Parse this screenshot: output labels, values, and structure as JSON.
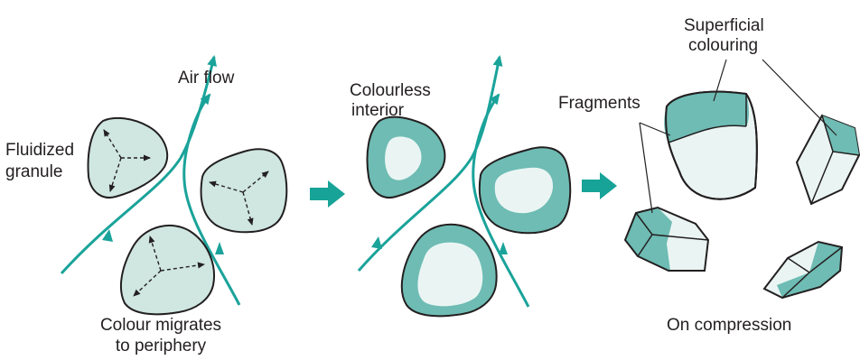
{
  "labels": {
    "air_flow": "Air flow",
    "fluidized_granule": [
      "Fluidized",
      "granule"
    ],
    "colour_migrates": [
      "Colour migrates",
      "to periphery"
    ],
    "colourless_interior": [
      "Colourless",
      "interior"
    ],
    "fragments": "Fragments",
    "superficial_colouring": [
      "Superficial",
      "colouring"
    ],
    "on_compression": "On compression"
  },
  "colors": {
    "granule_fill": "#cfe6e1",
    "coloured_rim": "#6ebcb4",
    "colourless_core": "#eaf5f3",
    "air_flow": "#1aa39a",
    "arrow": "#17a398",
    "outline": "#231f20"
  },
  "icons": {
    "process_arrow": "arrow-right-icon"
  }
}
